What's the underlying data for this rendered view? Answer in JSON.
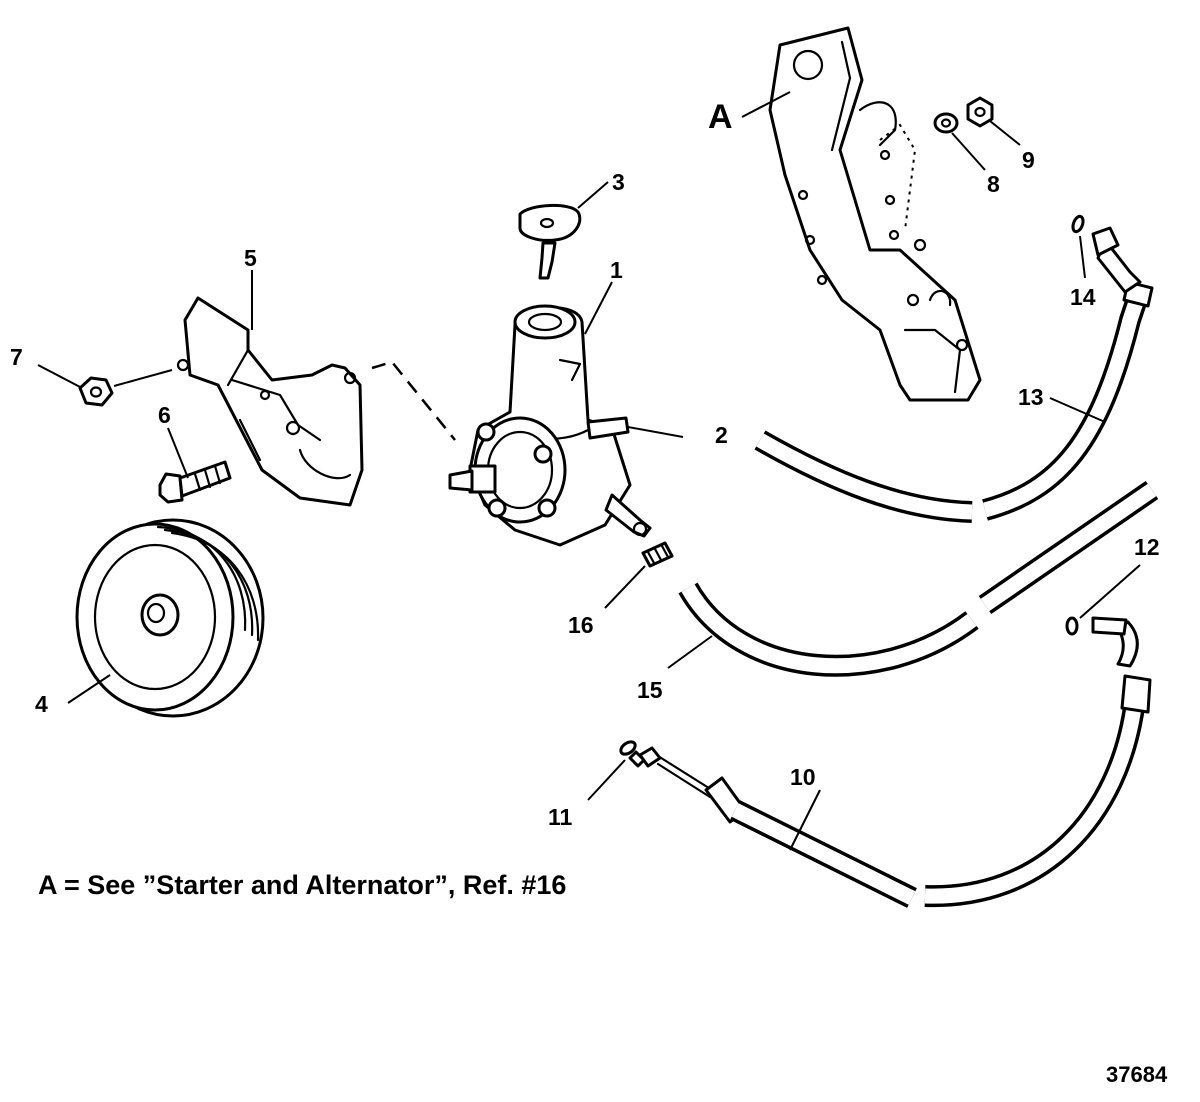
{
  "callouts": {
    "c1": "1",
    "c2": "2",
    "c3": "3",
    "c4": "4",
    "c5": "5",
    "c6": "6",
    "c7": "7",
    "c8": "8",
    "c9": "9",
    "c10": "10",
    "c11": "11",
    "c12": "12",
    "c13": "13",
    "c14": "14",
    "c15": "15",
    "c16": "16",
    "cA": "A"
  },
  "note": "A = See ”Starter and Alternator”, Ref. #16",
  "figure_id": "37684"
}
